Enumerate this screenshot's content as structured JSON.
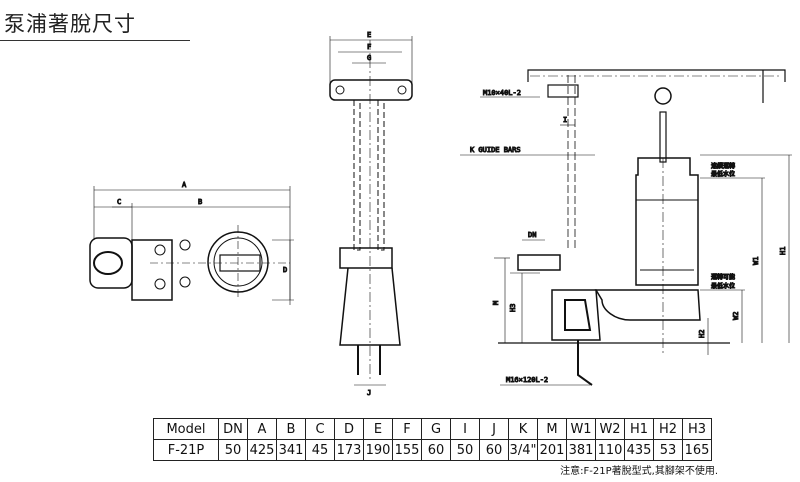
{
  "title": "泵浦著脫尺寸",
  "labels": {
    "A": "A",
    "B": "B",
    "C": "C",
    "D": "D",
    "E": "E",
    "F": "F",
    "G": "G",
    "J": "J",
    "bolt_top": "M10×40L-2",
    "I": "I",
    "guide": "K GUIDE BARS",
    "DN": "DN",
    "M": "M",
    "H3": "H3",
    "H2": "H2",
    "W2": "W2",
    "W1": "W1",
    "H1": "H1",
    "bolt_bottom": "M16×120L-2",
    "water1_a": "連續運轉",
    "water1_b": "最低水位",
    "water2_a": "運轉可能",
    "water2_b": "最低水位"
  },
  "table": {
    "headers": [
      "Model",
      "DN",
      "A",
      "B",
      "C",
      "D",
      "E",
      "F",
      "G",
      "I",
      "J",
      "K",
      "M",
      "W1",
      "W2",
      "H1",
      "H2",
      "H3"
    ],
    "rows": [
      [
        "F-21P",
        "50",
        "425",
        "341",
        "45",
        "173",
        "190",
        "155",
        "60",
        "50",
        "60",
        "3/4\"",
        "201",
        "381",
        "110",
        "435",
        "53",
        "165"
      ]
    ]
  },
  "note": "注意:F-21P著脫型式,其腳架不使用."
}
